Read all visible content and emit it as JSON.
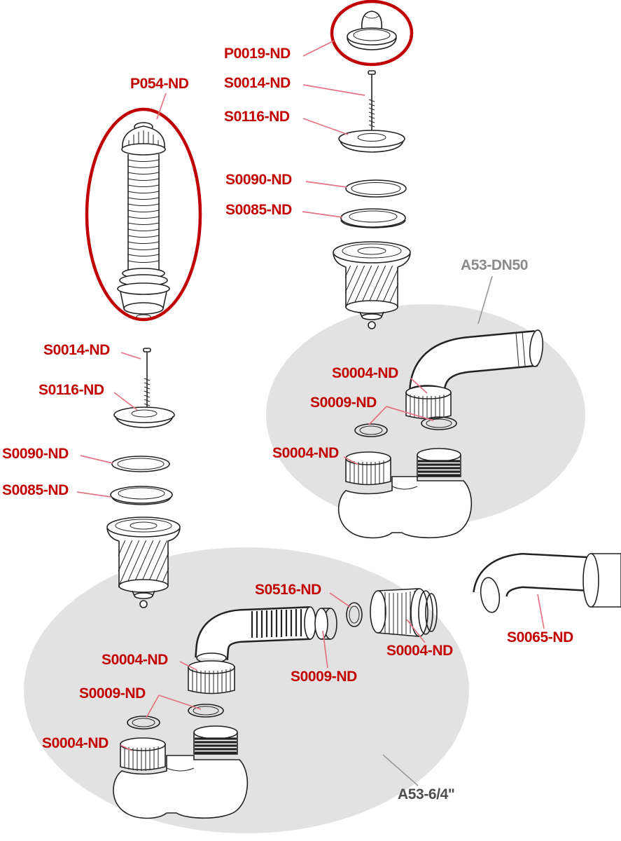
{
  "colors": {
    "label_red": "#c30000",
    "leader_red": "#e57383",
    "highlight_red": "#c00000",
    "label_gray": "#8a8a8a",
    "label_dark_gray": "#4d4d4d",
    "blob_gray": "#e2e2e2",
    "line_art": "#222222"
  },
  "labels": {
    "top_drain": {
      "plug": "P0019-ND",
      "screw": "S0014-ND",
      "flange": "S0116-ND",
      "gasket_upper": "S0090-ND",
      "gasket_lower": "S0085-ND"
    },
    "overflow_pipe": "P054-ND",
    "assembly_dn50": {
      "name": "A53-DN50",
      "nut_upper": "S0004-ND",
      "orings": "S0009-ND",
      "nut_lower": "S0004-ND"
    },
    "left_drain": {
      "screw": "S0014-ND",
      "flange": "S0116-ND",
      "gasket_upper": "S0090-ND",
      "gasket_lower": "S0085-ND"
    },
    "assembly_64": {
      "name": "A53-6/4\"",
      "cone_ring": "S0516-ND",
      "nut_right": "S0004-ND",
      "gasket_right": "S0009-ND",
      "nut_mid": "S0004-ND",
      "orings_left": "S0009-ND",
      "nut_lower": "S0004-ND"
    },
    "elbow_pipe": "S0065-ND"
  }
}
